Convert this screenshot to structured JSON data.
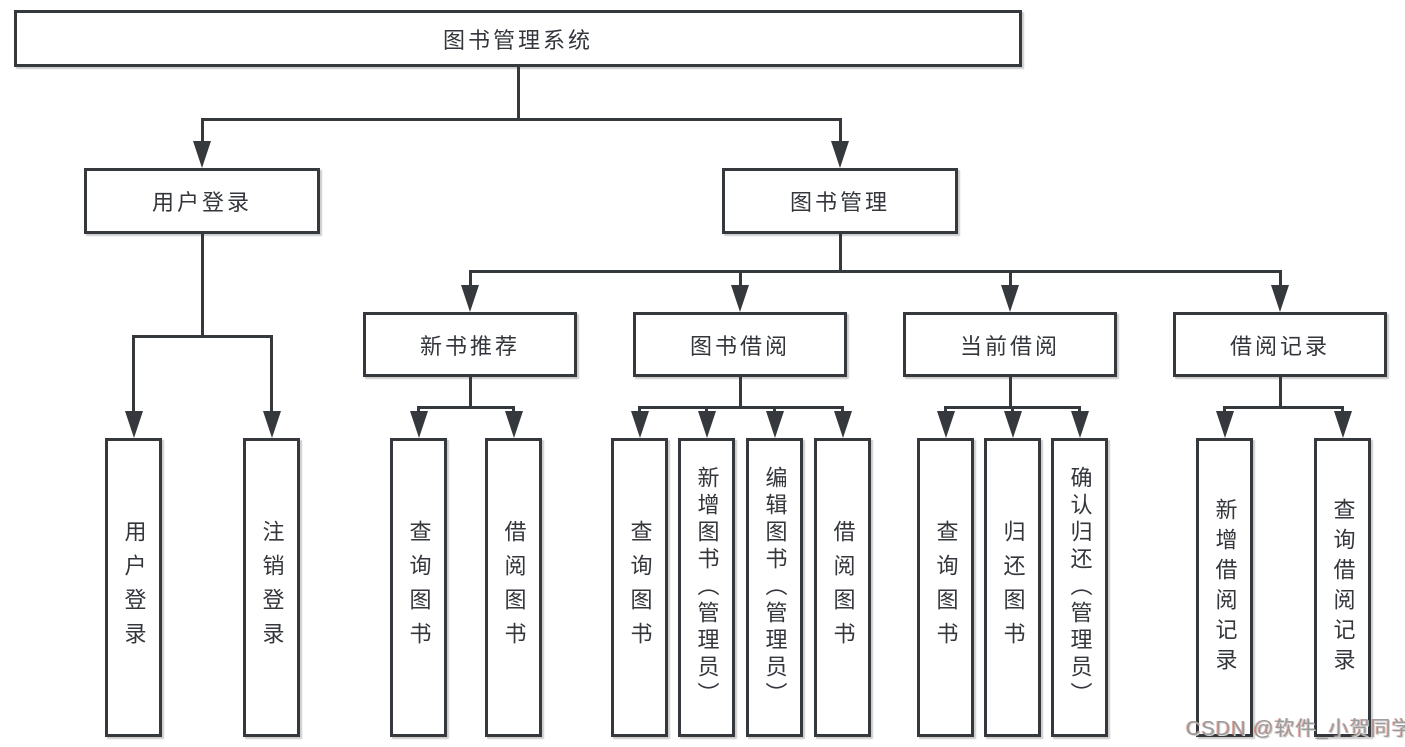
{
  "colors": {
    "line": "#35383d",
    "background": "#ffffff",
    "watermark_gray": "#9a9a9a"
  },
  "watermark": {
    "text": "CSDN @软件_小贺同学"
  },
  "tree": {
    "label": "图书管理系统",
    "children": [
      {
        "label": "用户登录",
        "children": [
          {
            "label": "用户登录"
          },
          {
            "label": "注销登录"
          }
        ]
      },
      {
        "label": "图书管理",
        "children": [
          {
            "label": "新书推荐",
            "children": [
              {
                "label": "查询图书"
              },
              {
                "label": "借阅图书"
              }
            ]
          },
          {
            "label": "图书借阅",
            "children": [
              {
                "label": "查询图书"
              },
              {
                "label": "新增图书（管理员）"
              },
              {
                "label": "编辑图书（管理员）"
              },
              {
                "label": "借阅图书"
              }
            ]
          },
          {
            "label": "当前借阅",
            "children": [
              {
                "label": "查询图书"
              },
              {
                "label": "归还图书"
              },
              {
                "label": "确认归还（管理员）"
              }
            ]
          },
          {
            "label": "借阅记录",
            "children": [
              {
                "label": "新增借阅记录"
              },
              {
                "label": "查询借阅记录"
              }
            ]
          }
        ]
      }
    ]
  }
}
